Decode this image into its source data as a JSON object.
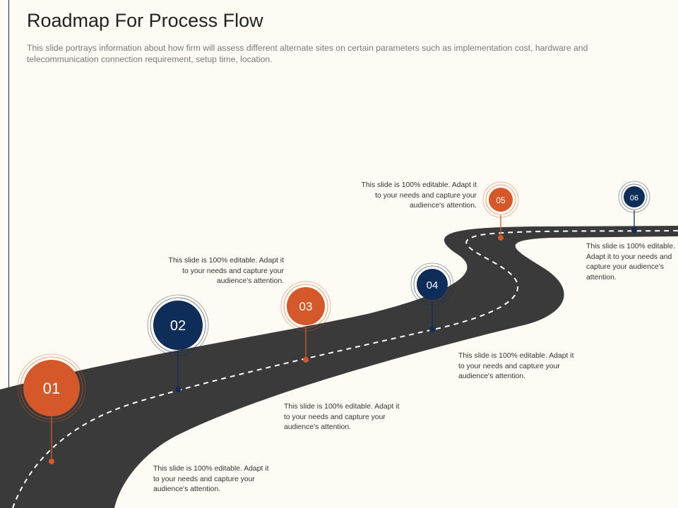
{
  "slide": {
    "title": "Roadmap For Process Flow",
    "subtitle": "This slide portrays information about how firm will assess different alternate sites on certain parameters such as implementation cost, hardware and telecommunication connection requirement, setup time, location."
  },
  "colors": {
    "orange": "#d4582a",
    "navy": "#0e2d58",
    "road": "#3a3a3a",
    "background": "#fdfbf3"
  },
  "milestones": [
    {
      "number": "01",
      "color": "orange",
      "note": "This slide is 100% editable. Adapt it to your needs and capture your audience's attention."
    },
    {
      "number": "02",
      "color": "navy",
      "note": "This slide is 100% editable. Adapt it to your needs and capture your audience's attention."
    },
    {
      "number": "03",
      "color": "orange",
      "note": "This slide is 100% editable. Adapt it to your needs and capture your audience's attention."
    },
    {
      "number": "04",
      "color": "navy",
      "note": "This slide is 100% editable. Adapt it to your needs and capture your audience's attention."
    },
    {
      "number": "05",
      "color": "orange",
      "note": "This slide is 100% editable. Adapt it to your needs and capture your audience's attention."
    },
    {
      "number": "06",
      "color": "navy",
      "note": "This slide is 100% editable. Adapt it to your needs and capture your audience's attention."
    }
  ]
}
